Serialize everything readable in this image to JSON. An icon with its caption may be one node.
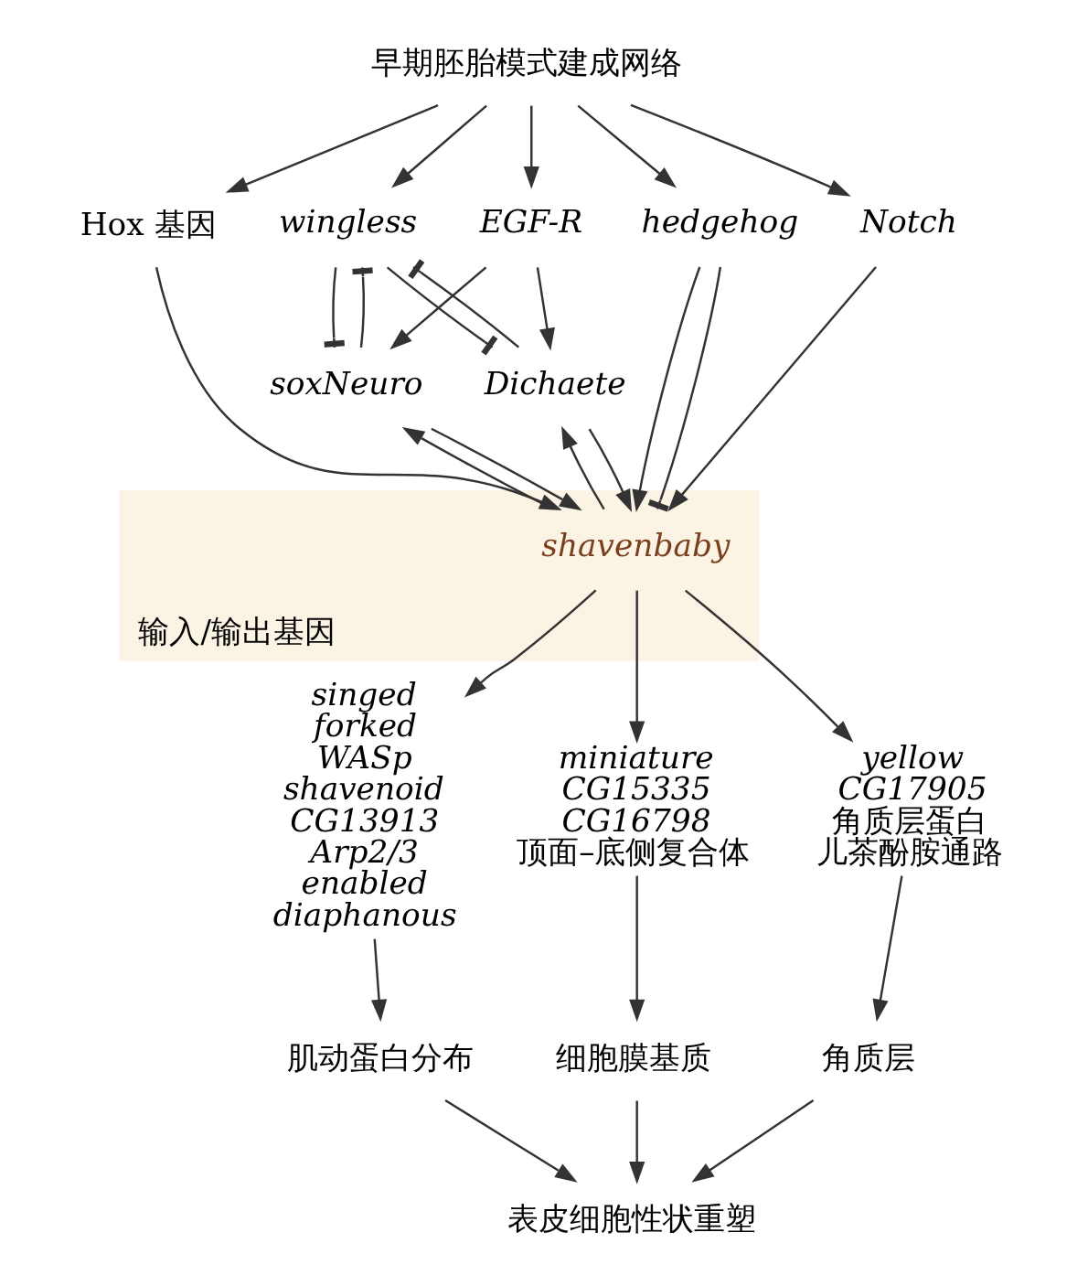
{
  "diagram": {
    "nodes": [
      {
        "text": [
          "早期胚胎模式建成网络"
        ]
      },
      {
        "text": [
          "Hox 基因"
        ]
      },
      {
        "text": [
          "wingless"
        ]
      },
      {
        "text": [
          "EGF-R"
        ]
      },
      {
        "text": [
          "hedgehog"
        ]
      },
      {
        "text": [
          "Notch"
        ]
      },
      {
        "text": [
          "soxNeuro"
        ]
      },
      {
        "text": [
          "Dichaete"
        ]
      },
      {
        "text": [
          "输入/输出基因"
        ]
      },
      {
        "text": [
          "shavenbaby"
        ],
        "in": 8
      },
      {
        "text": [
          "singed",
          "forked",
          "WASp",
          "shavenoid",
          "CG13913",
          "Arp2/3",
          "enabled",
          "diaphanous"
        ]
      },
      {
        "text": [
          "miniature",
          "CG15335",
          "CG16798",
          "顶面–底侧复合体"
        ]
      },
      {
        "text": [
          "yellow",
          "CG17905",
          "角质层蛋白",
          "儿茶酚胺通路"
        ]
      },
      {
        "text": [
          "肌动蛋白分布"
        ]
      },
      {
        "text": [
          "细胞膜基质"
        ]
      },
      {
        "text": [
          "角质层"
        ]
      },
      {
        "text": [
          "表皮细胞性状重塑"
        ]
      }
    ],
    "edges": [
      {
        "from": 0,
        "to": 1,
        "arrow": "to"
      },
      {
        "from": 0,
        "to": 2,
        "arrow": "to"
      },
      {
        "from": 0,
        "to": 3,
        "arrow": "to"
      },
      {
        "from": 0,
        "to": 4,
        "arrow": "to"
      },
      {
        "from": 0,
        "to": 5,
        "arrow": "to"
      },
      {
        "from": 2,
        "to": 6,
        "arrow": "other"
      },
      {
        "from": 6,
        "to": 2,
        "arrow": "other"
      },
      {
        "from": 2,
        "to": 7,
        "arrow": "other"
      },
      {
        "from": 7,
        "to": 2,
        "arrow": "other"
      },
      {
        "from": 3,
        "to": 6,
        "arrow": "to"
      },
      {
        "from": 3,
        "to": 7,
        "arrow": "to"
      },
      {
        "from": 1,
        "to": 9,
        "arrow": "to"
      },
      {
        "from": 9,
        "to": 6,
        "arrow": "to"
      },
      {
        "from": 6,
        "to": 9,
        "arrow": "to"
      },
      {
        "from": 7,
        "to": 9,
        "arrow": "to"
      },
      {
        "from": 9,
        "to": 7,
        "arrow": "to"
      },
      {
        "from": 4,
        "to": 9,
        "arrow": "to"
      },
      {
        "from": 4,
        "to": 9,
        "arrow": "other"
      },
      {
        "from": 5,
        "to": 9,
        "arrow": "to"
      },
      {
        "from": 9,
        "to": 10,
        "arrow": "to"
      },
      {
        "from": 9,
        "to": 11,
        "arrow": "to"
      },
      {
        "from": 9,
        "to": 12,
        "arrow": "to"
      },
      {
        "from": 10,
        "to": 13,
        "arrow": "to"
      },
      {
        "from": 11,
        "to": 14,
        "arrow": "to"
      },
      {
        "from": 12,
        "to": 15,
        "arrow": "to"
      },
      {
        "from": 13,
        "to": 16,
        "arrow": "to"
      },
      {
        "from": 14,
        "to": 16,
        "arrow": "to"
      },
      {
        "from": 15,
        "to": 16,
        "arrow": "to"
      }
    ]
  }
}
